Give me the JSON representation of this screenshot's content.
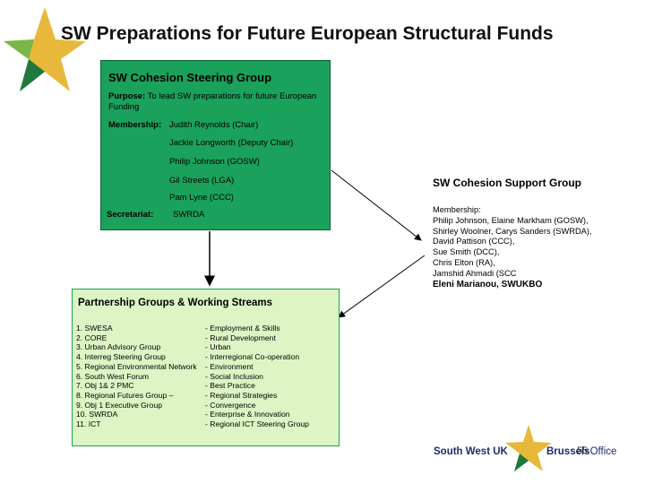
{
  "title": "SW Preparations for Future European Structural Funds",
  "steering_group": {
    "heading": "SW Cohesion Steering Group",
    "purpose_label": "Purpose:",
    "purpose_text": "To lead SW preparations for future European Funding",
    "membership_label": "Membership:",
    "members": [
      "Judith Reynolds (Chair)",
      "Jackie Longworth (Deputy Chair)",
      "Philip Johnson (GOSW)",
      "Gil Streets (LGA)",
      "Pam Lyne (CCC)"
    ],
    "secretariat_label": "Secretariat:",
    "secretariat_value": "SWRDA"
  },
  "support_group": {
    "heading": "SW Cohesion Support Group",
    "membership_lines": [
      "Membership:",
      "Philip Johnson, Elaine Markham (GOSW),",
      "Shirley Woolner, Carys Sanders (SWRDA),",
      "David Pattison (CCC),",
      "Sue Smith (DCC),",
      "Chris Elton (RA),",
      "Jamshid Ahmadi (SCC"
    ],
    "last_member": "Eleni Marianou, SWUKBO"
  },
  "partnership": {
    "heading": "Partnership Groups & Working Streams",
    "rows": [
      {
        "group": "1. SWESA",
        "stream": "- Employment & Skills"
      },
      {
        "group": "2. CORE",
        "stream": "- Rural Development"
      },
      {
        "group": "3. Urban Advisory Group",
        "stream": "- Urban"
      },
      {
        "group": "4. Interreg Steering Group",
        "stream": "- Interregional Co-operation"
      },
      {
        "group": "5. Regional Environmental Network",
        "stream": "- Environment"
      },
      {
        "group": "6. South West Forum",
        "stream": "- Social Inclusion"
      },
      {
        "group": "7. Obj 1& 2 PMC",
        "stream": "- Best Practice"
      },
      {
        "group": "8. Regional Futures Group –",
        "stream": "- Regional Strategies"
      },
      {
        "group": "9. Obj 1 Executive Group",
        "stream": "- Convergence"
      },
      {
        "group": "10. SWRDA",
        "stream": "- Enterprise & Innovation"
      },
      {
        "group": "11. ICT",
        "stream": "- Regional ICT Steering Group"
      }
    ]
  },
  "logo": {
    "left_text": "South West UK",
    "right_text_a": "Brussels",
    "right_text_b": "Office"
  },
  "page_number": "55",
  "colors": {
    "steering_fill": "#1aa15b",
    "partnership_fill": "#ddf5c4",
    "star_gold": "#e8b83a",
    "star_green": "#1e7a3c",
    "logo_navy": "#1d2b6b"
  }
}
